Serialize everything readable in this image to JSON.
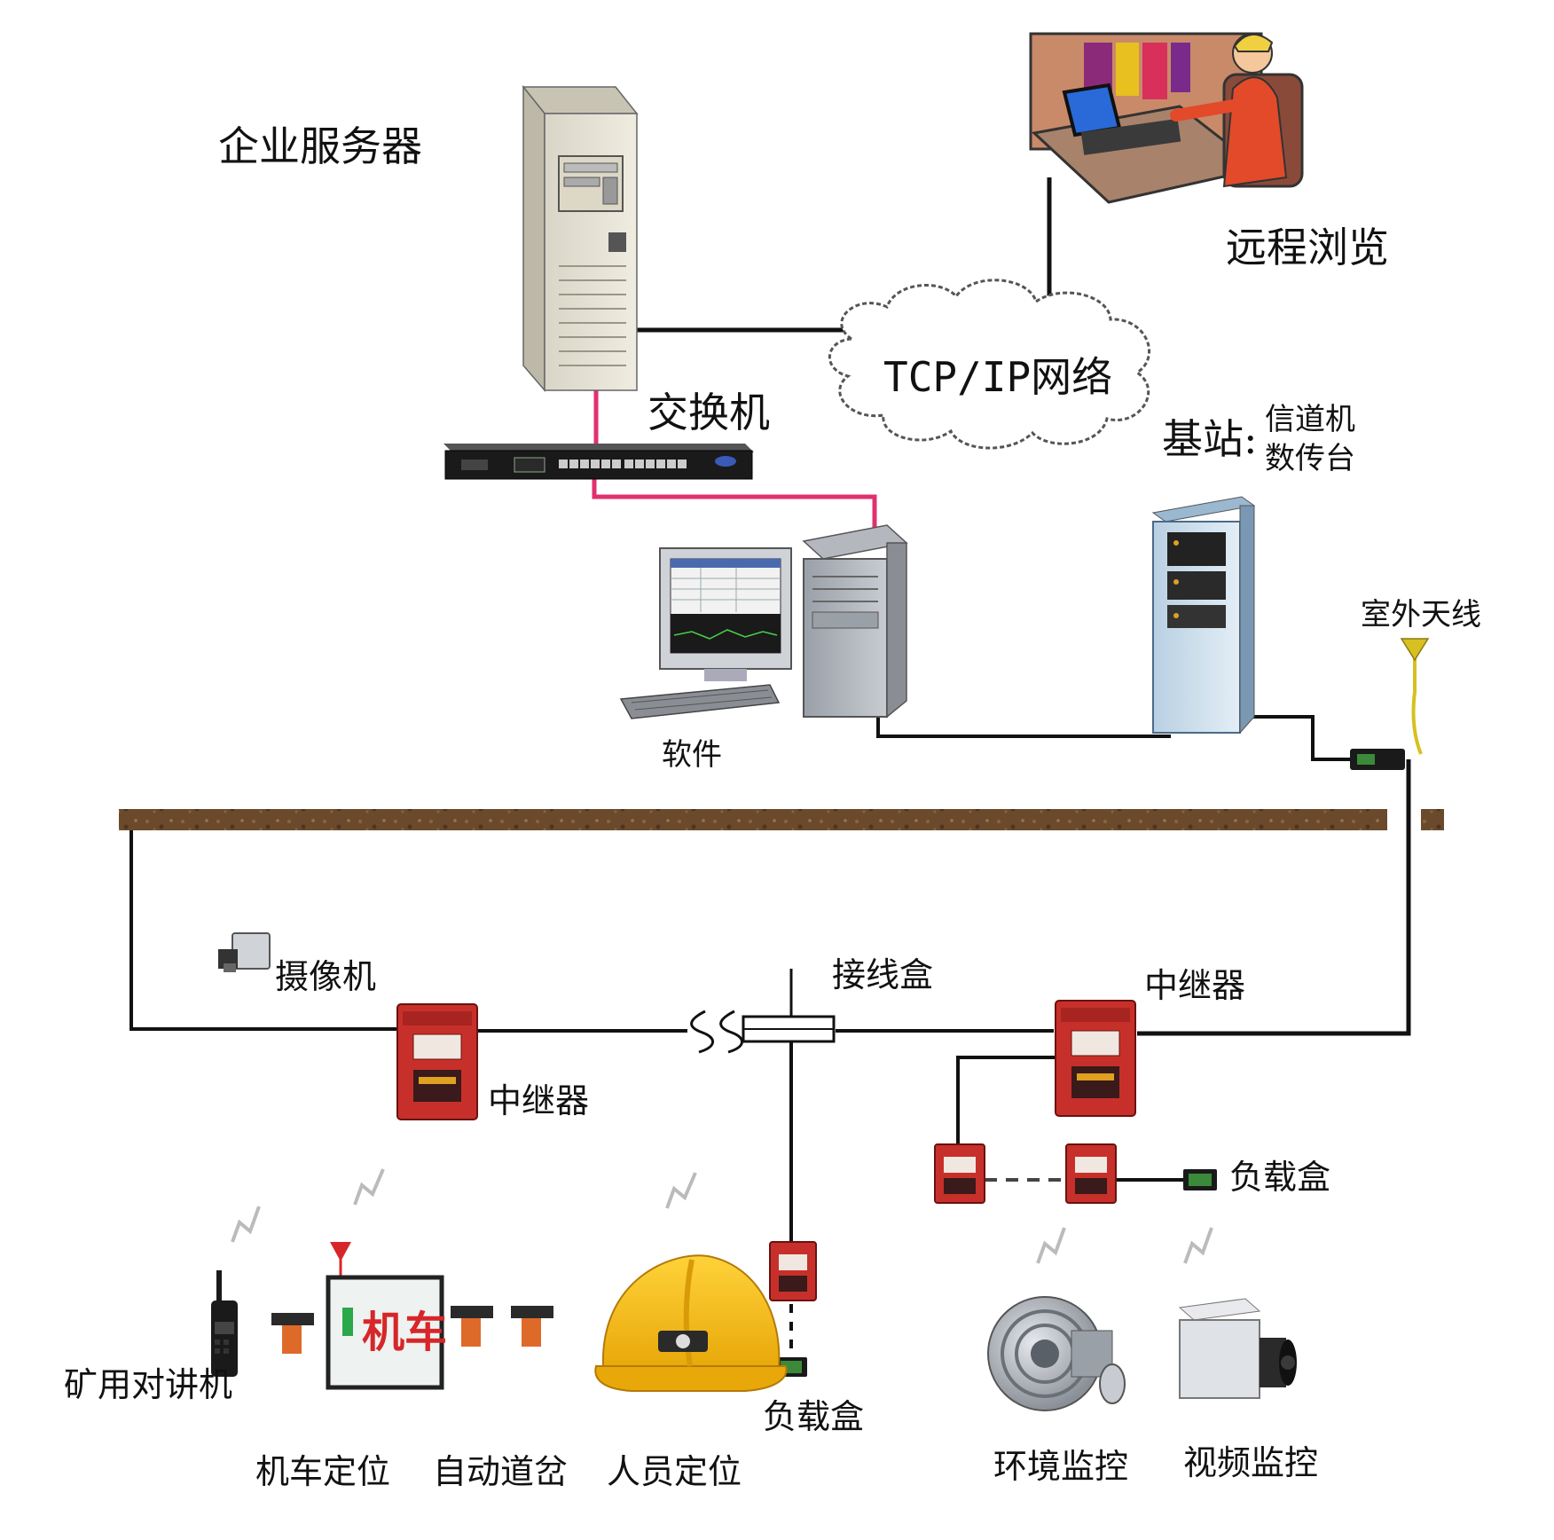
{
  "labels": {
    "enterprise_server": "企业服务器",
    "remote_browse": "远程浏览",
    "tcpip_network": "TCP/IP网络",
    "switch": "交换机",
    "base_station": "基站:",
    "channel_machine": "信道机",
    "data_transmitter": "数传台",
    "outdoor_antenna": "室外天线",
    "software": "软件",
    "camera": "摄像机",
    "junction_box": "接线盒",
    "repeater_right": "中继器",
    "repeater_left": "中继器",
    "load_box_right": "负载盒",
    "load_box_mid": "负载盒",
    "mine_radio": "矿用对讲机",
    "locomotive_positioning": "机车定位",
    "auto_switch": "自动道岔",
    "personnel_positioning": "人员定位",
    "environment_monitoring": "环境监控",
    "video_monitoring": "视频监控",
    "locomotive_sign": "机车"
  },
  "colors": {
    "repeater_red": "#c7302a",
    "cable_pink": "#e0306f",
    "ground_brown": "#6b4a2b",
    "helmet_yellow": "#f2b90f",
    "antenna_yellow": "#d7c020",
    "sign_red": "#d7262a",
    "marker_orange": "#de6a2a"
  },
  "icons": {
    "server": "tower-server-icon",
    "remote_user": "computer-operator-icon",
    "network": "cloud-icon",
    "switch": "network-switch-icon",
    "workstation": "desktop-computer-icon",
    "base_station": "equipment-cabinet-icon",
    "antenna": "antenna-icon",
    "repeater": "repeater-box-icon",
    "helmet": "hard-hat-icon",
    "radio": "walkie-talkie-icon",
    "blower": "blower-fan-icon",
    "video_camera": "video-camera-icon"
  }
}
